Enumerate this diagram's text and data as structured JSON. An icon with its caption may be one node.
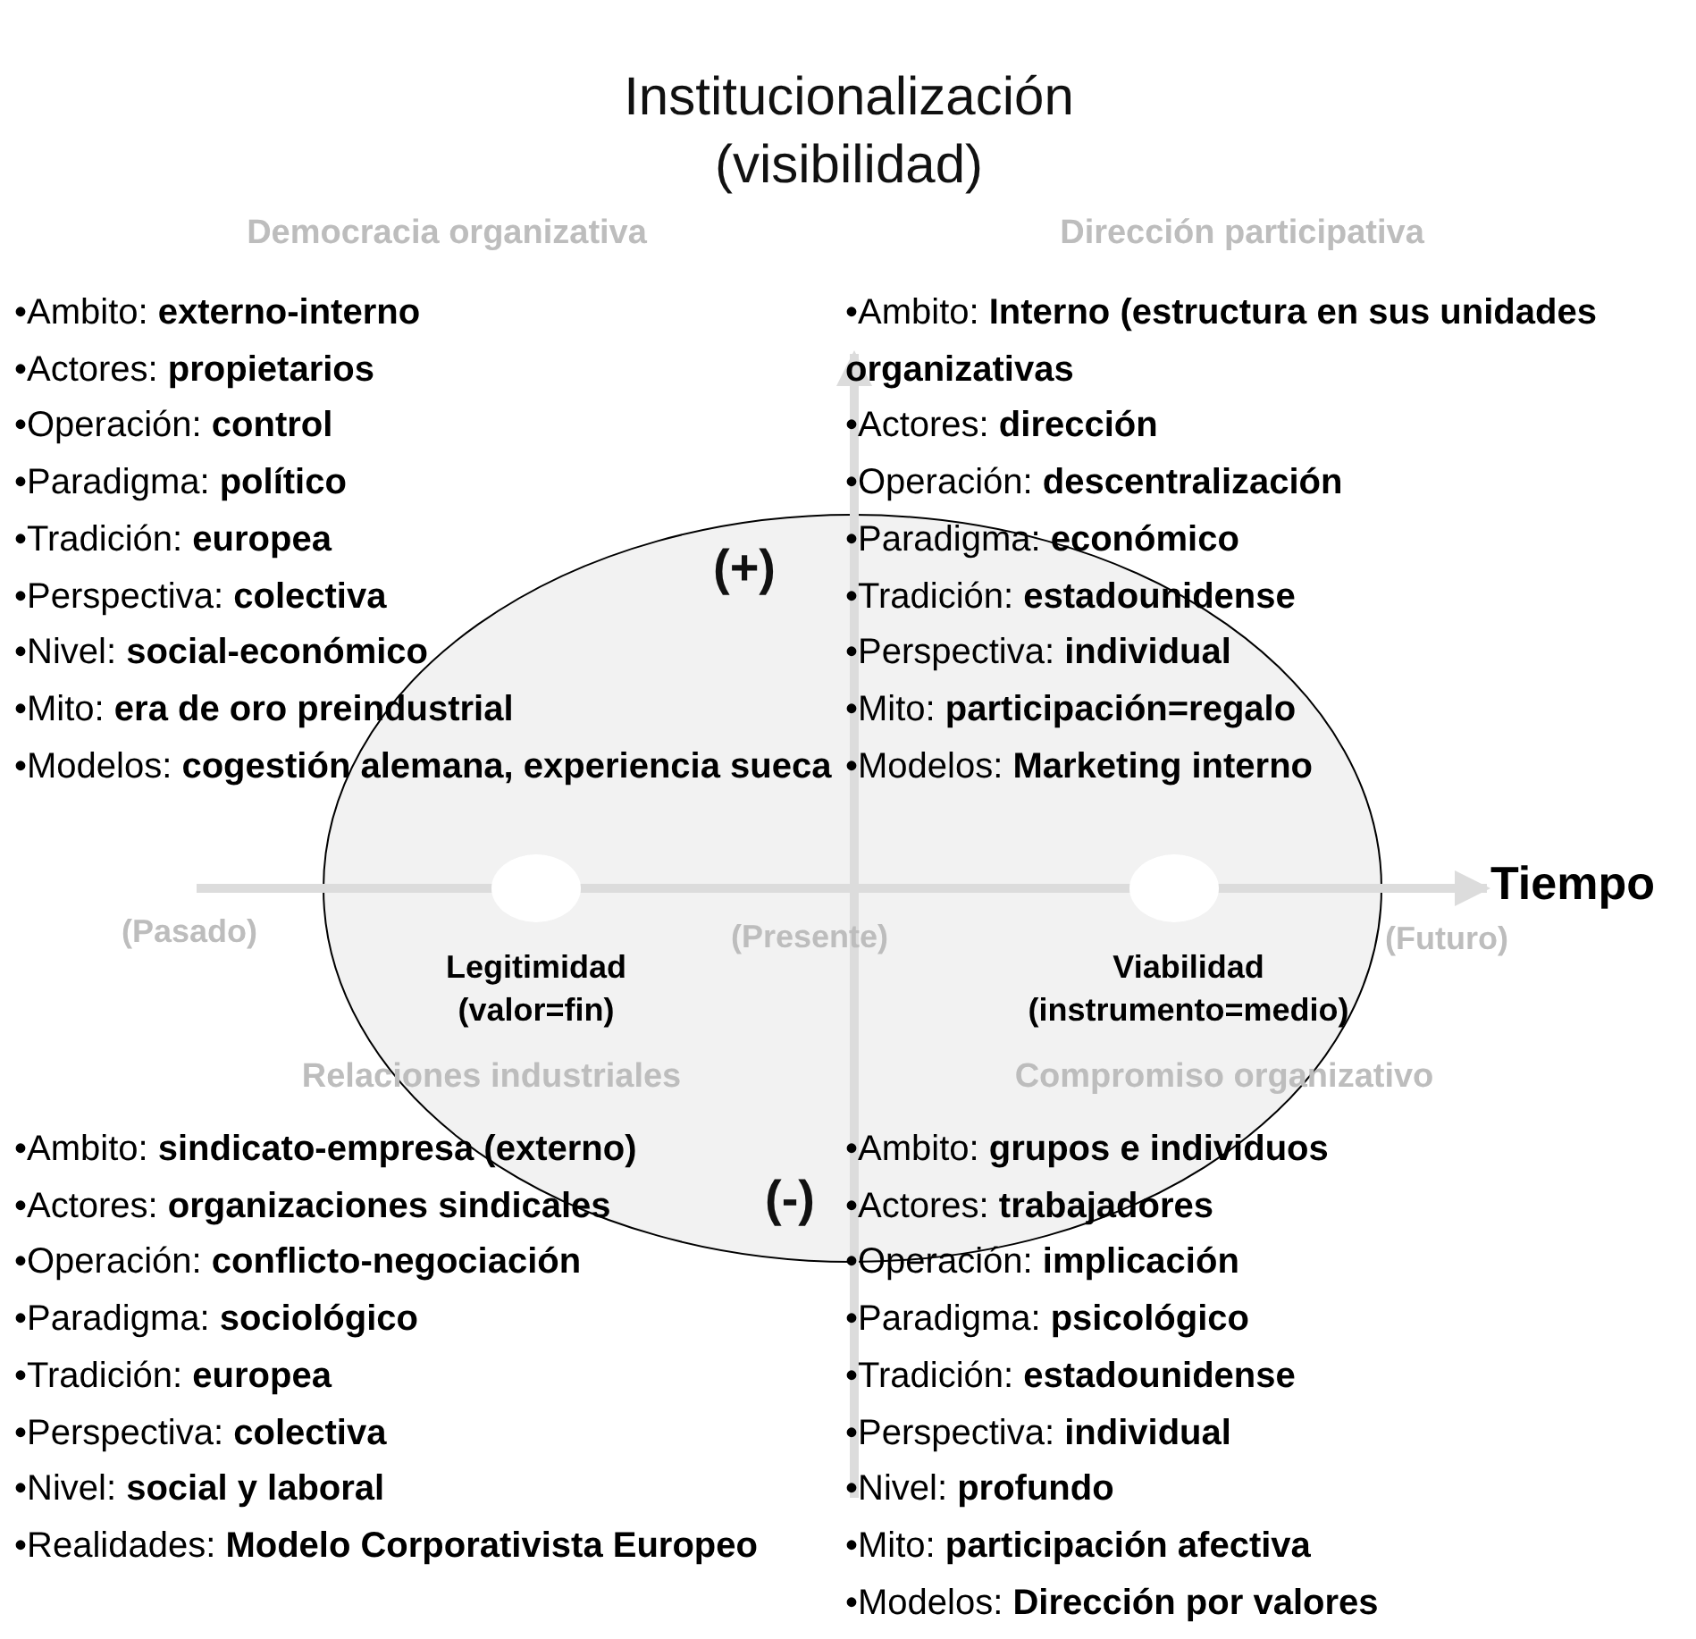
{
  "diagram": {
    "labels": [
      "Institucionalización (visibilidad)",
      "Democracia organizativa",
      "Dirección participativa",
      "•Ambito: **externo-interno**",
      "•Actores: **propietarios**",
      "•Operación: **control**",
      "•Paradigma: **político**",
      "•Tradición: **europea**",
      "•Perspectiva: **colectiva**",
      "•Nivel: **social-económico**",
      "•Mito: **era de oro preindustrial**",
      "•Modelos: **cogestión alemana, experiencia sueca**",
      "•Ambito: **Interno (estructura en sus unidades organizativas**",
      "•Actores: **dirección**",
      "•Operación: **descentralización**",
      "•Paradigma: **económico**",
      "•Tradición: **estadounidense**",
      "•Perspectiva: **individual**",
      "•Mito: **participación=regalo**",
      "•Modelos: **Marketing interno**",
      "(+)",
      "Tiempo",
      "(Pasado)",
      "Legitimidad (valor=fin)",
      "(Presente)",
      "Viabilidad (instrumento=medio)",
      "(Futuro)",
      "Relaciones industriales",
      "Compromiso organizativo",
      "(-)",
      "•Ambito: **sindicato-empresa (externo)**",
      "•Actores: **organizaciones sindicales**",
      "•Operación: **conflicto-negociación**",
      "•Paradigma: **sociológico**",
      "•Tradición: **europea**",
      "•Perspectiva: **colectiva**",
      "•Nivel: **social y laboral**",
      "•Realidades: **Modelo Corporativista Europeo**",
      "•Ambito: **grupos e individuos**",
      "•Actores: **trabajadores**",
      "•Operación: **implicación**",
      "•Paradigma: **psicológico**",
      "•Tradición: **estadounidense**",
      "•Perspectiva: **individual**",
      "•Nivel: **profundo**",
      "•Mito: **participación afectiva**",
      "•Modelos: **Dirección por valores**"
    ]
  }
}
